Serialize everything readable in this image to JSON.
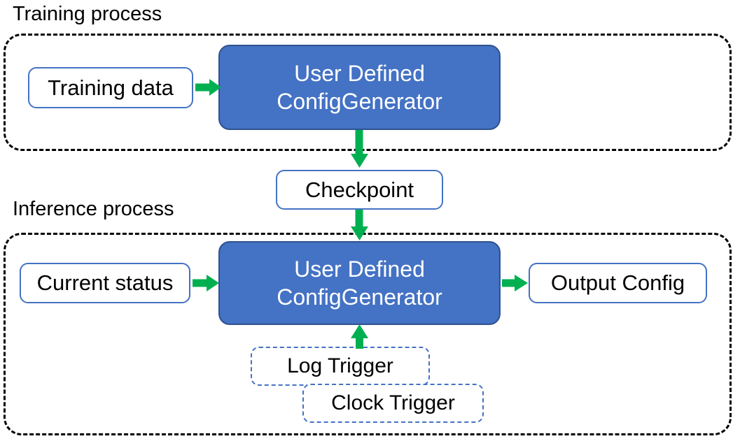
{
  "diagram": {
    "title_visible": false,
    "colors": {
      "primary_blue_fill": "#4472C4",
      "primary_blue_stroke": "#2F528F",
      "node_border_blue": "#4472C4",
      "arrow_green": "#00B050",
      "container_dash_black": "#000000",
      "text_dark": "#000000",
      "text_light": "#FFFFFF",
      "background": "#FFFFFF"
    }
  },
  "sections": [
    {
      "id": "training",
      "caption": "Training process"
    },
    {
      "id": "inference",
      "caption": "Inference process"
    }
  ],
  "nodes": {
    "training_data": {
      "label": "Training data"
    },
    "generator_training": {
      "line1": "User Defined",
      "line2": "ConfigGenerator"
    },
    "checkpoint": {
      "label": "Checkpoint"
    },
    "current_status": {
      "label": "Current status"
    },
    "generator_inference": {
      "line1": "User Defined",
      "line2": "ConfigGenerator"
    },
    "output_config": {
      "label": "Output Config"
    },
    "log_trigger": {
      "label": "Log Trigger"
    },
    "clock_trigger": {
      "label": "Clock Trigger"
    }
  },
  "edges": [
    {
      "id": "training-data-to-generator",
      "from": "training_data",
      "to": "generator_training",
      "direction": "right"
    },
    {
      "id": "generator-to-checkpoint",
      "from": "generator_training",
      "to": "checkpoint",
      "direction": "down"
    },
    {
      "id": "checkpoint-to-generator",
      "from": "checkpoint",
      "to": "generator_inference",
      "direction": "down"
    },
    {
      "id": "status-to-generator",
      "from": "current_status",
      "to": "generator_inference",
      "direction": "right"
    },
    {
      "id": "generator-to-output",
      "from": "generator_inference",
      "to": "output_config",
      "direction": "right"
    },
    {
      "id": "triggers-to-generator",
      "from": "log_trigger",
      "to": "generator_inference",
      "direction": "up"
    }
  ]
}
